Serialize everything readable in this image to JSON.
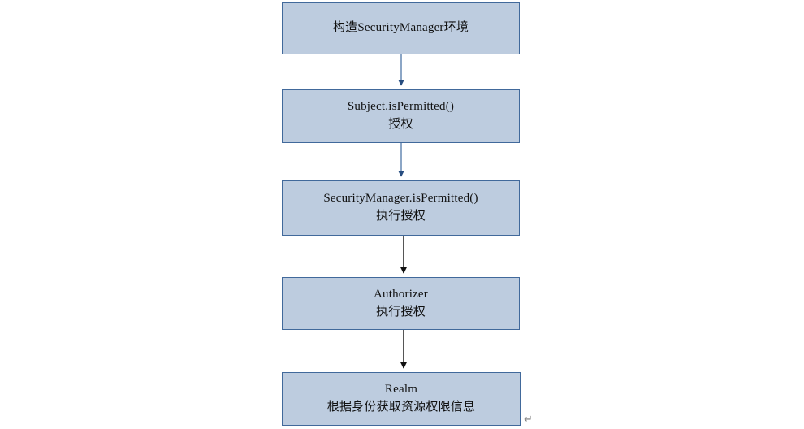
{
  "page": {
    "background_color": "#ffffff",
    "paragraph_mark": "↵"
  },
  "diagram": {
    "type": "flowchart",
    "orientation": "top-to-bottom",
    "node_fill_color": "#bdccdf",
    "node_border_color": "#41699b",
    "nodes": [
      {
        "id": "build-securitymanager-env",
        "lines": [
          "构造SecurityManager环境"
        ]
      },
      {
        "id": "subject-ispermitted",
        "lines": [
          "Subject.isPermitted()",
          "授权"
        ]
      },
      {
        "id": "securitymanager-ispermitted",
        "lines": [
          "SecurityManager.isPermitted()",
          "执行授权"
        ]
      },
      {
        "id": "authorizer",
        "lines": [
          "Authorizer",
          "执行授权"
        ]
      },
      {
        "id": "realm",
        "lines": [
          "Realm",
          "根据身份获取资源权限信息"
        ]
      }
    ],
    "edges": [
      {
        "from": "build-securitymanager-env",
        "to": "subject-ispermitted",
        "color": "#4a6fa5"
      },
      {
        "from": "subject-ispermitted",
        "to": "securitymanager-ispermitted",
        "color": "#4a6fa5"
      },
      {
        "from": "securitymanager-ispermitted",
        "to": "authorizer",
        "color": "#1a1a1a"
      },
      {
        "from": "authorizer",
        "to": "realm",
        "color": "#1a1a1a"
      }
    ]
  }
}
